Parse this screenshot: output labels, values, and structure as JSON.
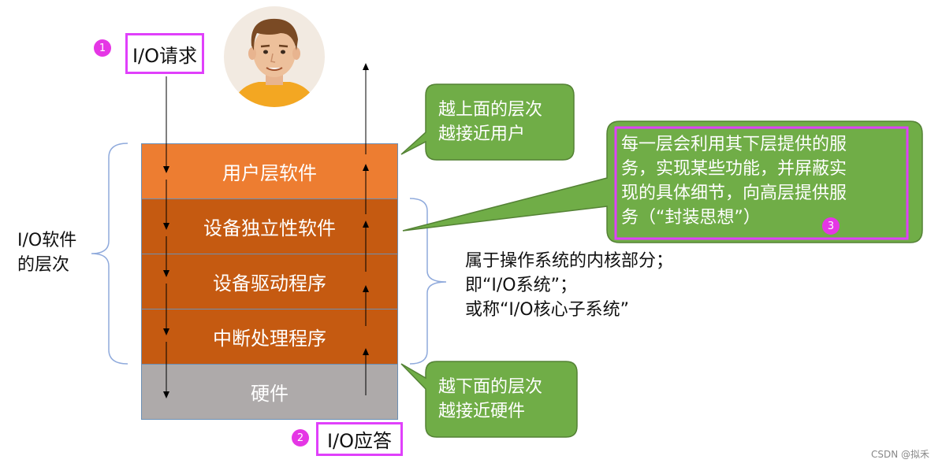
{
  "request_label": "I/O请求",
  "response_label": "I/O应答",
  "badges": [
    "1",
    "2",
    "3"
  ],
  "layers": [
    "用户层软件",
    "设备独立性软件",
    "设备驱动程序",
    "中断处理程序",
    "硬件"
  ],
  "left_brace_label": [
    "I/O软件",
    "的层次"
  ],
  "callout_top": [
    "越上面的层次",
    "越接近用户"
  ],
  "callout_bottom": [
    "越下面的层次",
    "越接近硬件"
  ],
  "callout_right": [
    "每一层会利用其下层提供的服",
    "务，实现某些功能，并屏蔽实",
    "现的具体细节，向高层提供服",
    "务（“封装思想”）"
  ],
  "kernel_note": [
    "属于操作系统的内核部分；",
    "即“I/O系统”；",
    "或称“I/O核心子系统”"
  ],
  "watermark": "CSDN @拟禾",
  "colors": {
    "user_layer": "#ED7D31",
    "kernel_layers": "#C55A11",
    "hardware": "#AEAAAA",
    "callout_green": "#70AD47",
    "highlight_magenta": "#E040FB",
    "brace_blue": "#8FAADC"
  }
}
